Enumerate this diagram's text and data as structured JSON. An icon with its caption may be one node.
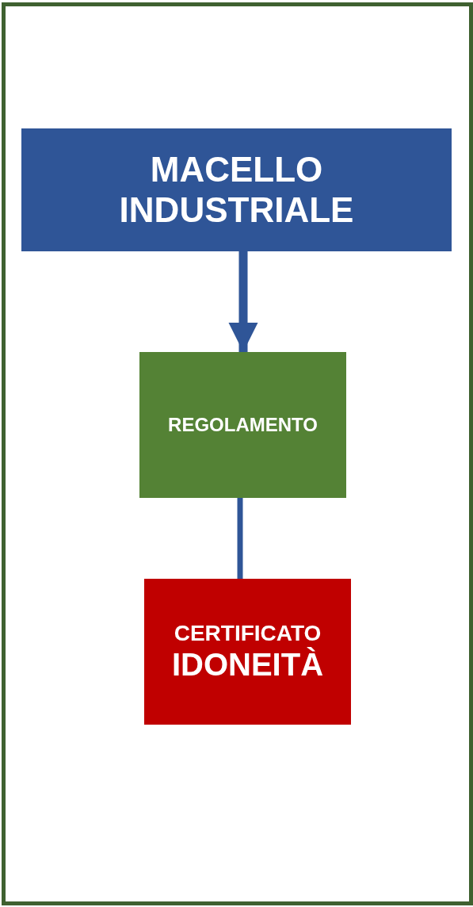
{
  "diagram": {
    "nodes": [
      {
        "text": [
          "MACELLO INDUSTRIALE"
        ]
      },
      {
        "text": [
          "REGOLAMENTO"
        ]
      },
      {
        "text": [
          "CERTIFICATO",
          "IDONEITÀ"
        ]
      }
    ],
    "edges": [
      {
        "from": 0,
        "to": 1,
        "arrow": "to",
        "color": "#2f5597"
      },
      {
        "from": 1,
        "to": 2,
        "arrow": "none",
        "color": "#2f5597"
      }
    ]
  }
}
